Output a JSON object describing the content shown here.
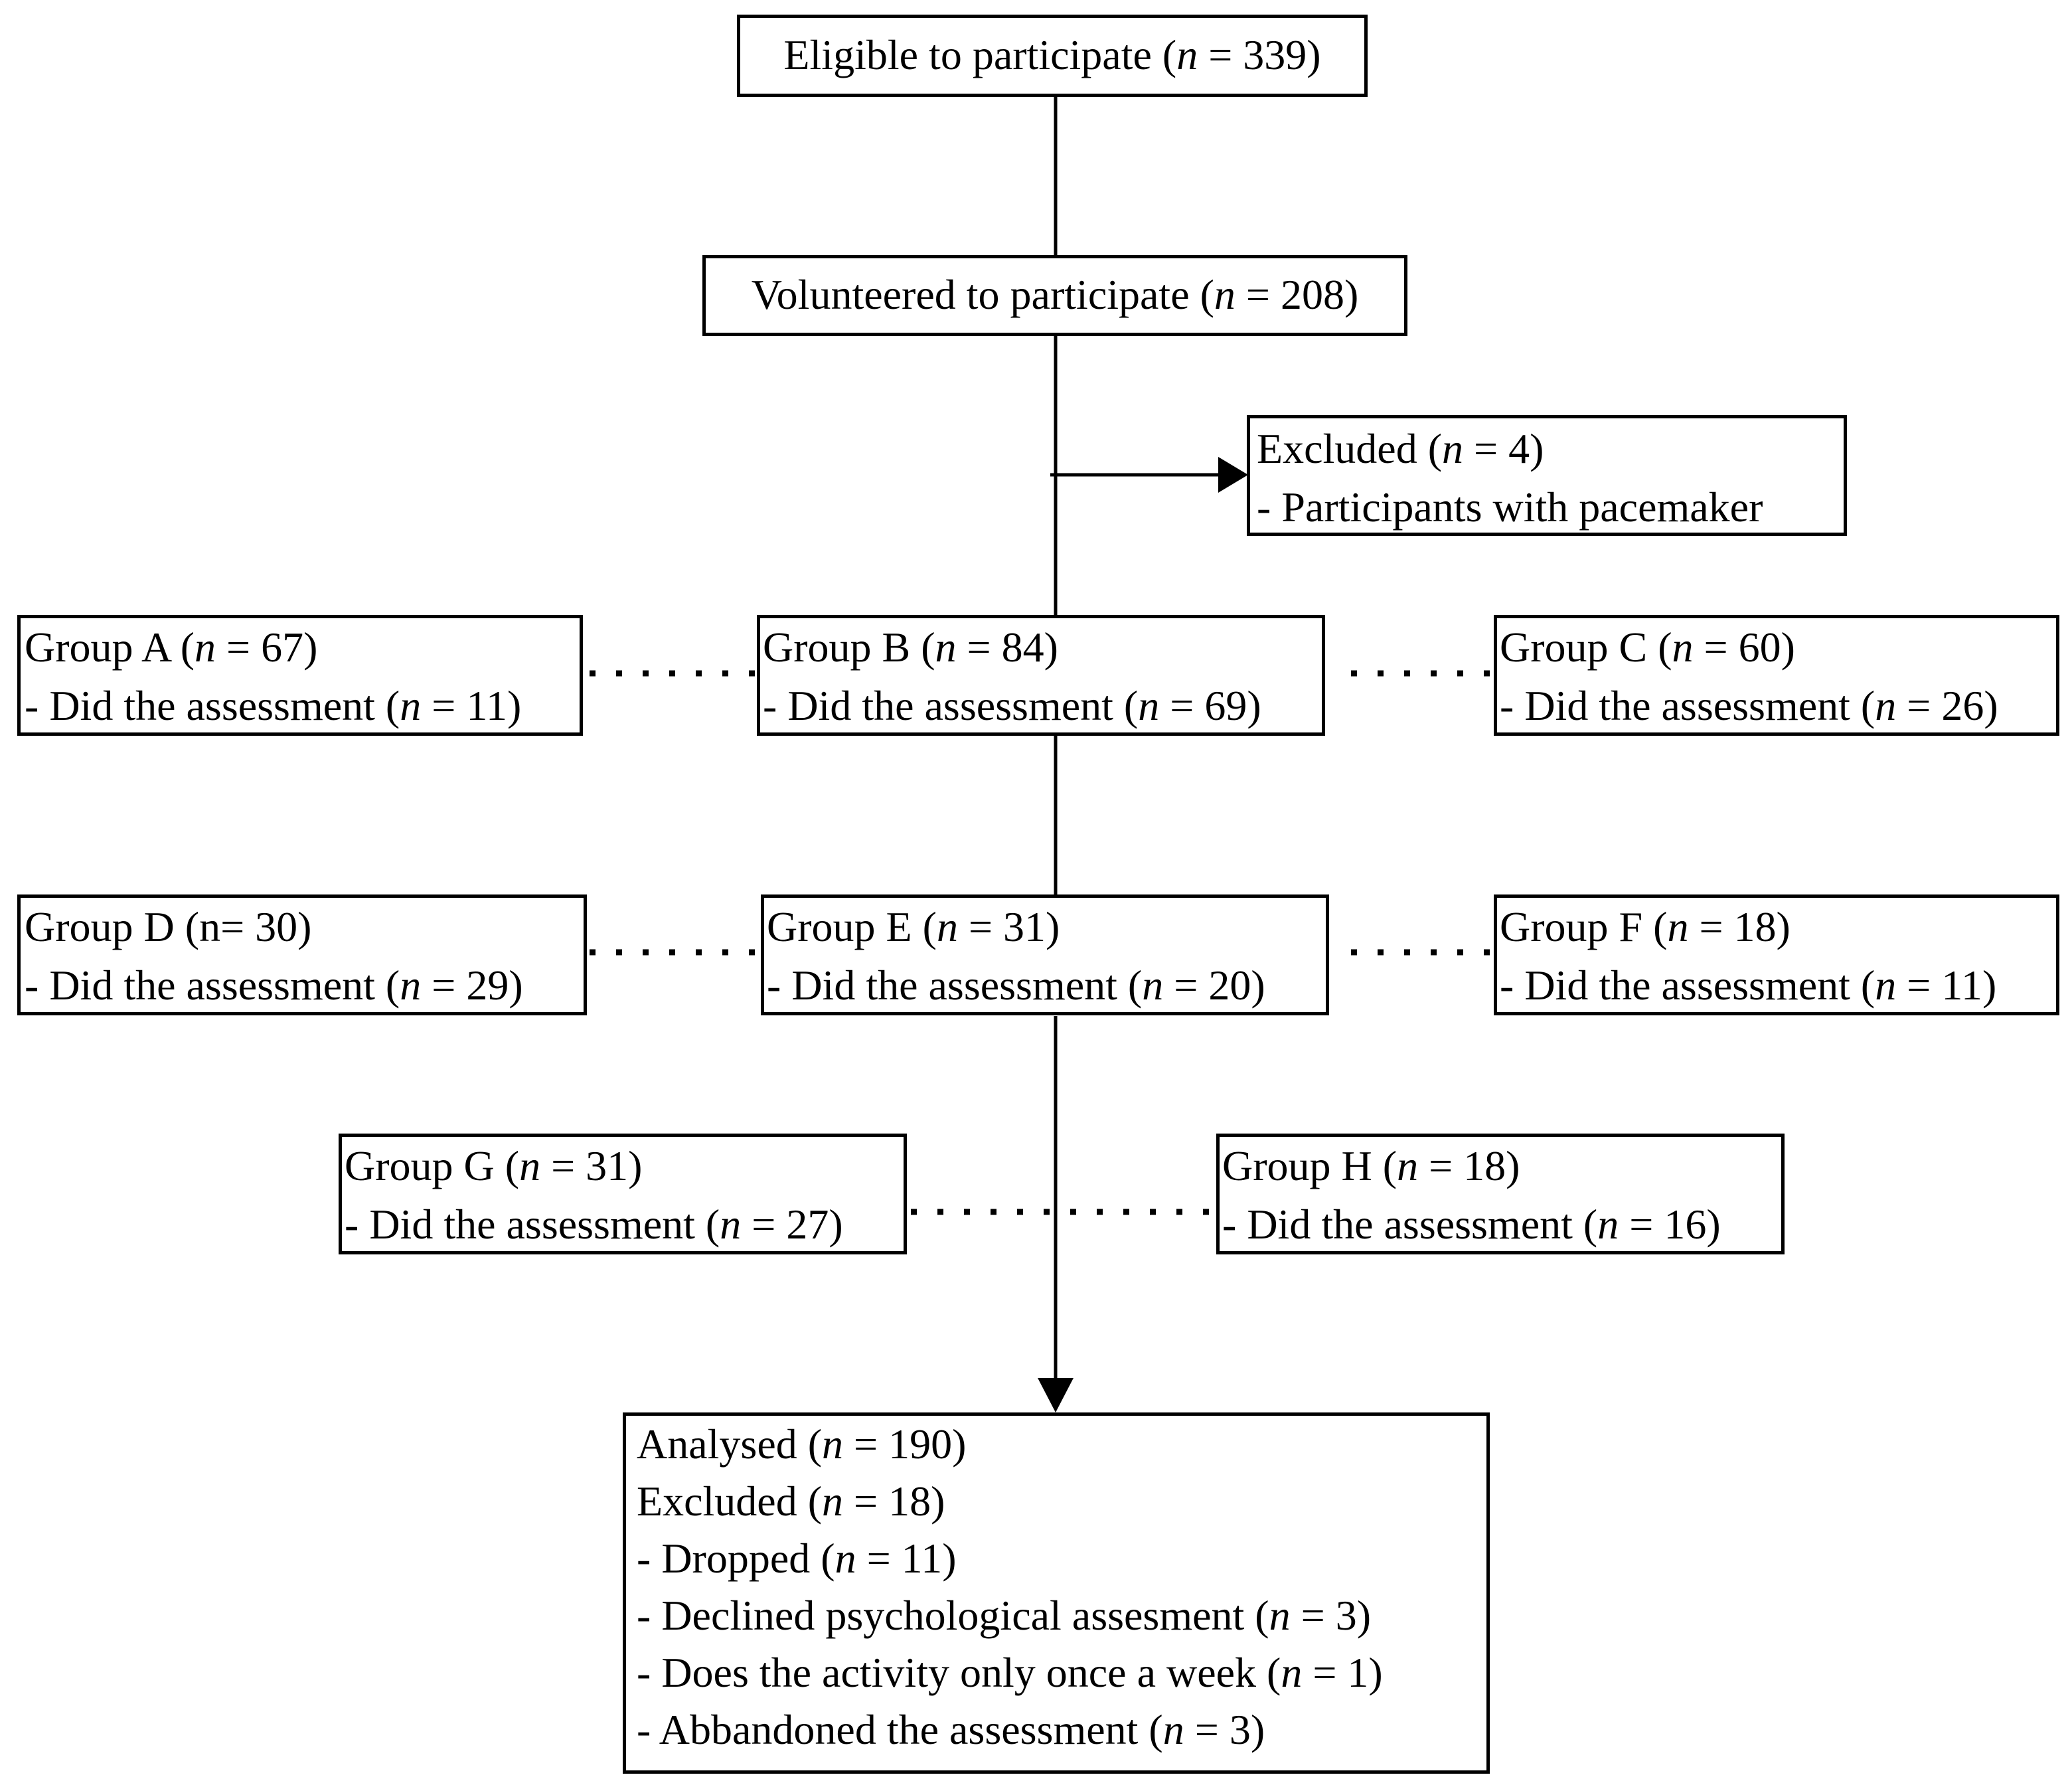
{
  "boxes": {
    "eligible": {
      "lines": [
        [
          [
            "Eligible to participate (",
            false
          ],
          [
            "n",
            true
          ],
          [
            " = 339)",
            false
          ]
        ]
      ]
    },
    "volunteered": {
      "lines": [
        [
          [
            "Volunteered to participate (",
            false
          ],
          [
            "n",
            true
          ],
          [
            " = 208)",
            false
          ]
        ]
      ]
    },
    "excluded_top": {
      "lines": [
        [
          [
            "Excluded (",
            false
          ],
          [
            "n",
            true
          ],
          [
            " = 4)",
            false
          ]
        ],
        [
          [
            "- Participants with pacemaker",
            false
          ]
        ]
      ]
    },
    "group_a": {
      "lines": [
        [
          [
            "Group A (",
            false
          ],
          [
            "n",
            true
          ],
          [
            " = 67)",
            false
          ]
        ],
        [
          [
            "- Did the assessment (",
            false
          ],
          [
            "n",
            true
          ],
          [
            " = 11)",
            false
          ]
        ]
      ]
    },
    "group_b": {
      "lines": [
        [
          [
            "Group B (",
            false
          ],
          [
            "n",
            true
          ],
          [
            " = 84)",
            false
          ]
        ],
        [
          [
            "- Did the assessment (",
            false
          ],
          [
            "n",
            true
          ],
          [
            " = 69)",
            false
          ]
        ]
      ]
    },
    "group_c": {
      "lines": [
        [
          [
            "Group C (",
            false
          ],
          [
            "n",
            true
          ],
          [
            " = 60)",
            false
          ]
        ],
        [
          [
            "- Did the assessment (",
            false
          ],
          [
            "n",
            true
          ],
          [
            " = 26)",
            false
          ]
        ]
      ]
    },
    "group_d": {
      "lines": [
        [
          [
            "Group D (n= 30)",
            false
          ]
        ],
        [
          [
            "- Did the assessment (",
            false
          ],
          [
            "n",
            true
          ],
          [
            " = 29)",
            false
          ]
        ]
      ]
    },
    "group_e": {
      "lines": [
        [
          [
            "Group E (",
            false
          ],
          [
            "n",
            true
          ],
          [
            " = 31)",
            false
          ]
        ],
        [
          [
            "- Did the assessment (",
            false
          ],
          [
            "n",
            true
          ],
          [
            " = 20)",
            false
          ]
        ]
      ]
    },
    "group_f": {
      "lines": [
        [
          [
            "Group F (",
            false
          ],
          [
            "n",
            true
          ],
          [
            " = 18)",
            false
          ]
        ],
        [
          [
            "- Did the assessment (",
            false
          ],
          [
            "n",
            true
          ],
          [
            " = 11)",
            false
          ]
        ]
      ]
    },
    "group_g": {
      "lines": [
        [
          [
            "Group G (",
            false
          ],
          [
            "n",
            true
          ],
          [
            " = 31)",
            false
          ]
        ],
        [
          [
            "- Did the assessment (",
            false
          ],
          [
            "n",
            true
          ],
          [
            " = 27)",
            false
          ]
        ]
      ]
    },
    "group_h": {
      "lines": [
        [
          [
            "Group H (",
            false
          ],
          [
            "n",
            true
          ],
          [
            " = 18)",
            false
          ]
        ],
        [
          [
            "- Did the assessment (",
            false
          ],
          [
            "n",
            true
          ],
          [
            " = 16)",
            false
          ]
        ]
      ]
    },
    "analysed": {
      "lines": [
        [
          [
            "Analysed (",
            false
          ],
          [
            "n",
            true
          ],
          [
            " = 190)",
            false
          ]
        ],
        [
          [
            "Excluded (",
            false
          ],
          [
            "n",
            true
          ],
          [
            " = 18)",
            false
          ]
        ],
        [
          [
            "- Dropped (",
            false
          ],
          [
            "n",
            true
          ],
          [
            " = 11)",
            false
          ]
        ],
        [
          [
            "- Declined psychological assesment (",
            false
          ],
          [
            "n",
            true
          ],
          [
            " = 3)",
            false
          ]
        ],
        [
          [
            "- Does the activity only once a week (",
            false
          ],
          [
            "n",
            true
          ],
          [
            " = 1)",
            false
          ]
        ],
        [
          [
            "- Abbandoned the assessment (",
            false
          ],
          [
            "n",
            true
          ],
          [
            " = 3)",
            false
          ]
        ]
      ]
    }
  }
}
